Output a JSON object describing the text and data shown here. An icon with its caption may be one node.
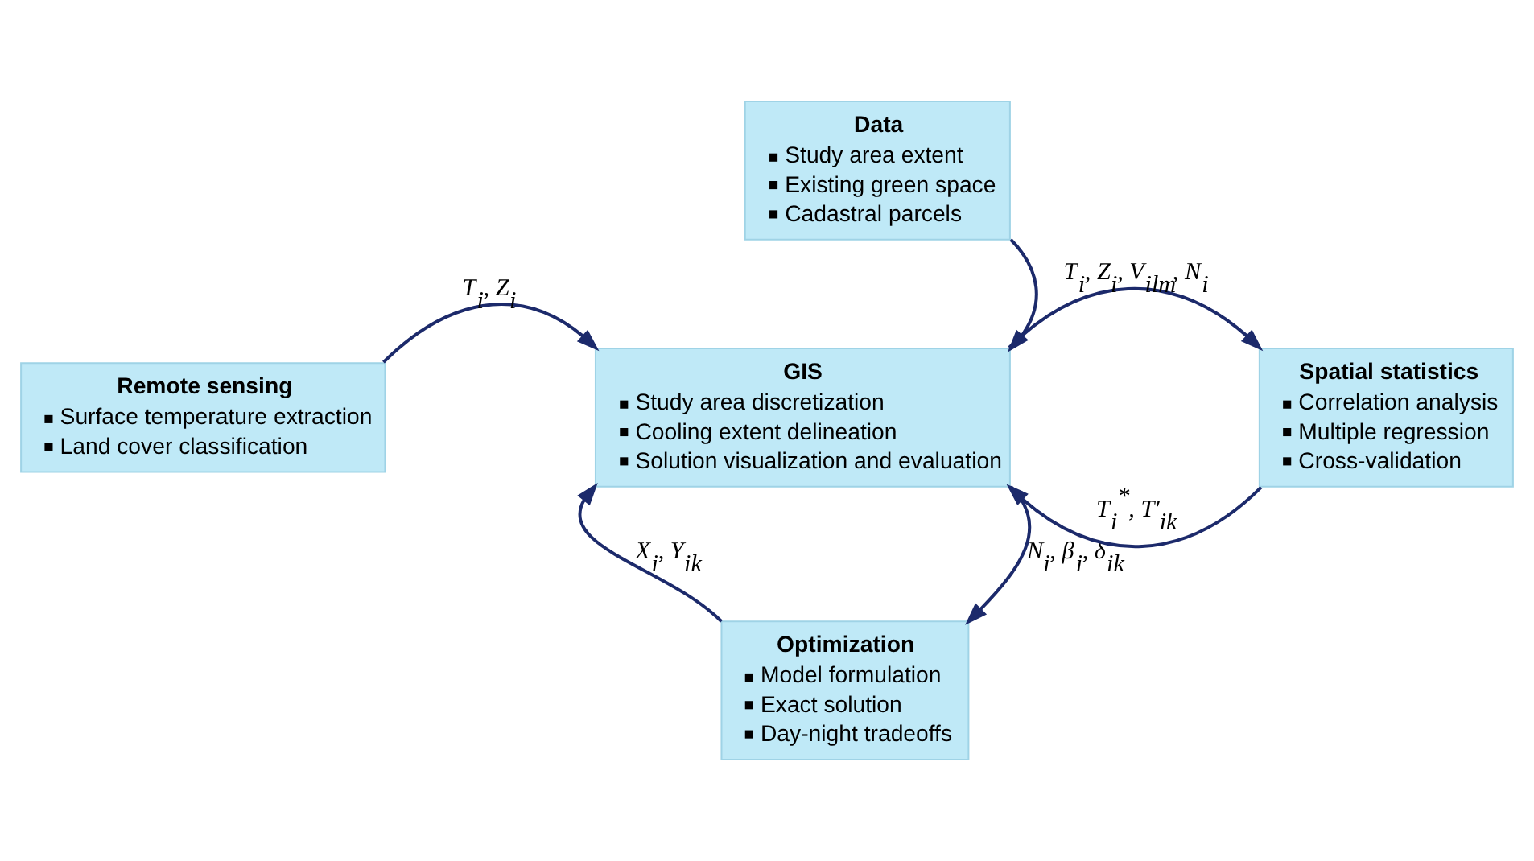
{
  "diagram": {
    "nodes": [
      {
        "text": [
          "Data",
          "Study area extent",
          "Existing green space",
          "Cadastral parcels"
        ]
      },
      {
        "text": [
          "Remote sensing",
          "Surface temperature extraction",
          "Land cover classification"
        ]
      },
      {
        "text": [
          "GIS",
          "Study area discretization",
          "Cooling extent delineation",
          "Solution visualization and evaluation"
        ]
      },
      {
        "text": [
          "Spatial statistics",
          "Correlation analysis",
          "Multiple regression",
          "Cross-validation"
        ]
      },
      {
        "text": [
          "Optimization",
          "Model formulation",
          "Exact solution",
          "Day-night tradeoffs"
        ]
      }
    ],
    "edges": [
      {
        "from": 0,
        "to": 2,
        "arrow": "to"
      },
      {
        "from": 1,
        "to": 2,
        "arrow": "to",
        "label": "T$_{i}$, Z$_{i}$"
      },
      {
        "from": 2,
        "to": 3,
        "arrow": "to",
        "label": "T$_{i}$, Z$_{i}$, V$_{ilm}$, N$_{i}$"
      },
      {
        "from": 3,
        "to": 2,
        "arrow": "to",
        "label": "T$_{i}$$^{*}$, T′$_{ik}$"
      },
      {
        "from": 4,
        "to": 2,
        "arrow": "to",
        "label": "X$_{i}$, Y$_{ik}$"
      },
      {
        "from": 2,
        "to": 4,
        "arrow": "to",
        "label": "N$_{i}$, β$_{i}$, δ$_{ik}$"
      }
    ]
  }
}
